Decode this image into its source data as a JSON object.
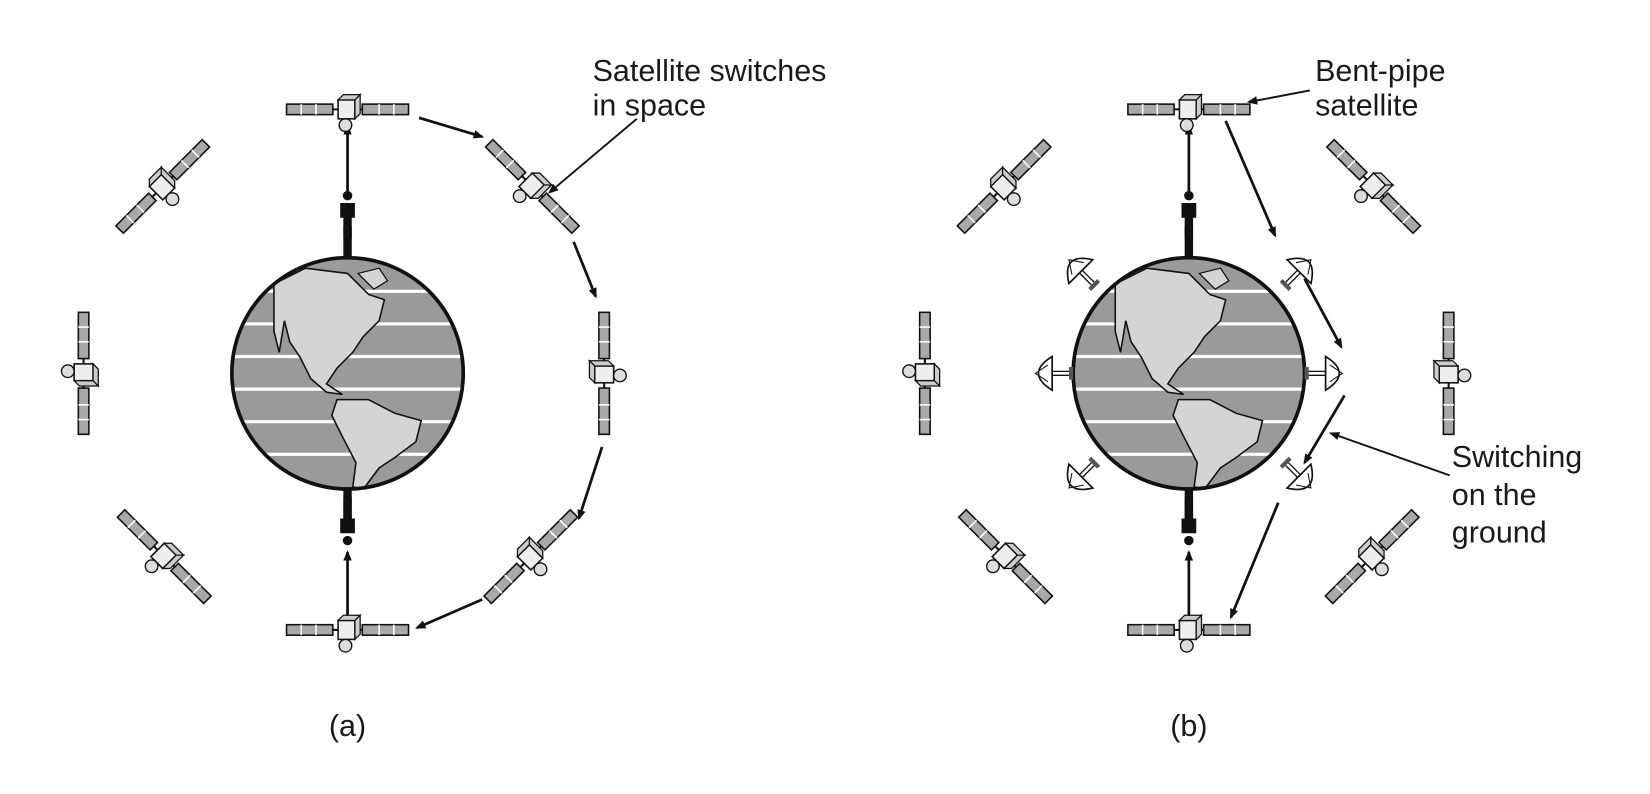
{
  "panels": [
    {
      "caption": "(a)",
      "annotations": [
        [
          "Satellite switches",
          "in space"
        ]
      ]
    },
    {
      "caption": "(b)",
      "annotations": [
        [
          "Bent-pipe",
          "satellite"
        ],
        [
          "Switching",
          "on the",
          "ground"
        ]
      ]
    }
  ],
  "colors": {
    "ocean": "#9a9a9a",
    "land": "#d4d4d4",
    "panel": "#a8a8a8",
    "ink": "#111111"
  }
}
